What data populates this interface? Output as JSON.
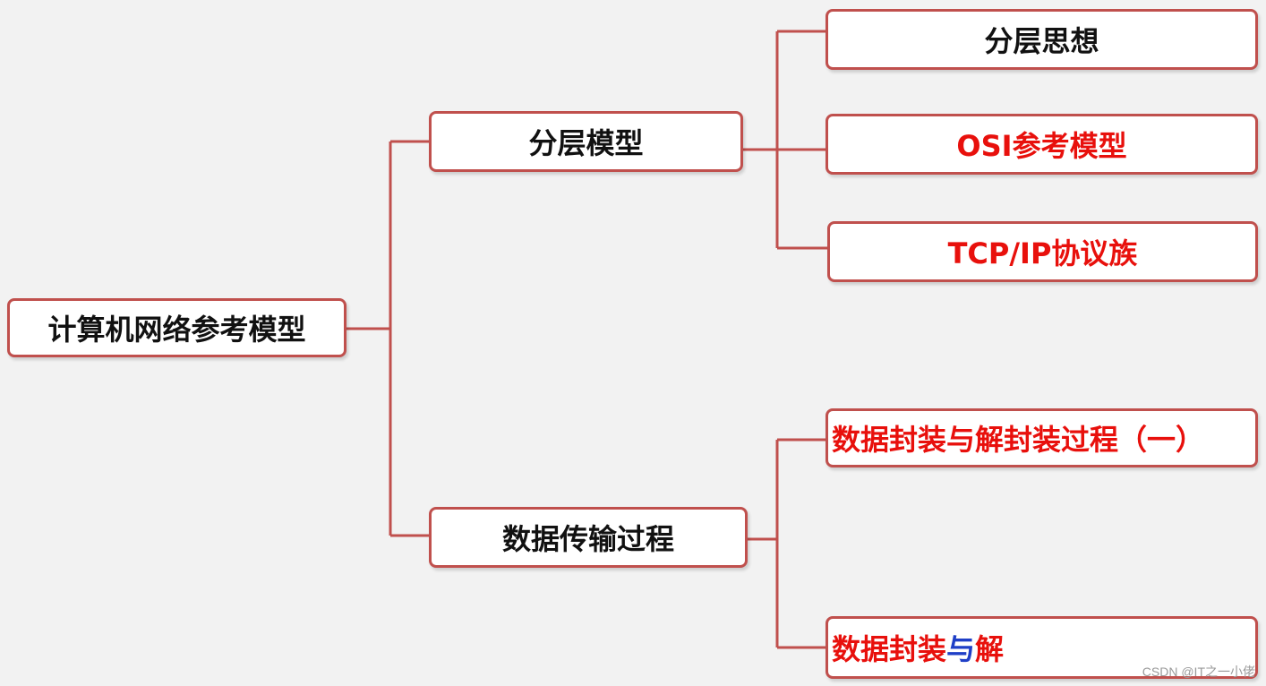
{
  "colors": {
    "border": "#c0504d",
    "connector": "#c0504d",
    "background": "#f2f2f2",
    "text_black": "#111111",
    "text_red": "#e8100c",
    "text_blue": "#1f3fc7"
  },
  "root": {
    "label": "计算机网络参考模型"
  },
  "branch1": {
    "label": "分层模型",
    "children": [
      {
        "label": "分层思想"
      },
      {
        "label": "OSI参考模型"
      },
      {
        "label": "TCP/IP协议族"
      }
    ]
  },
  "branch2": {
    "label": "数据传输过程",
    "children": [
      {
        "label": "数据封装与解封装过程（一）"
      },
      {
        "label_part1": "数据封装",
        "label_part2": "与",
        "label_part3": "解"
      }
    ]
  },
  "watermark": "CSDN @IT之一小佬"
}
